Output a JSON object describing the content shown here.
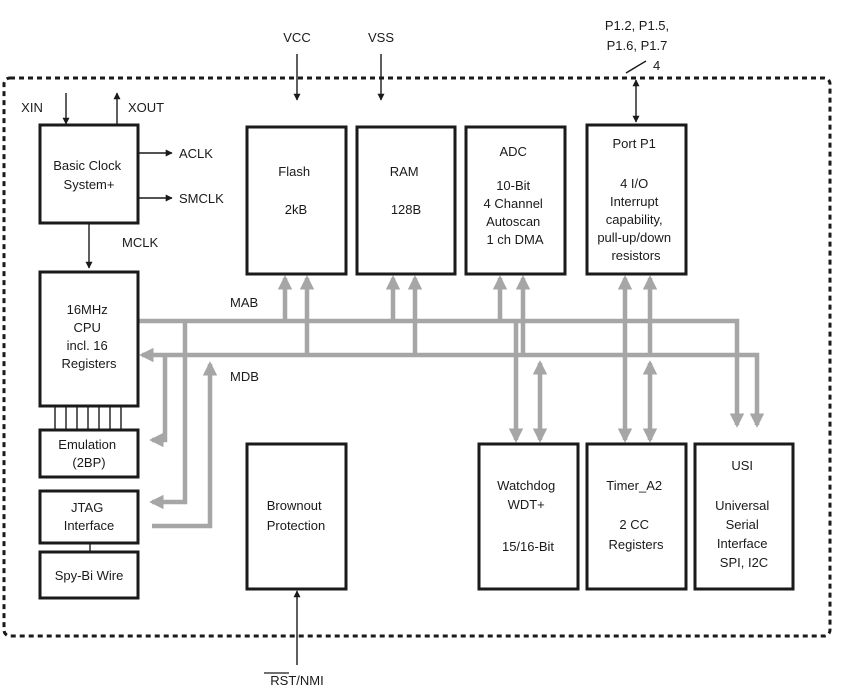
{
  "pins": {
    "vcc": "VCC",
    "vss": "VSS",
    "port_label_1": "P1.2, P1.5,",
    "port_label_2": "P1.6, P1.7",
    "port_width": "4",
    "xin": "XIN",
    "xout": "XOUT",
    "rst_nmi": "RST/NMI"
  },
  "clocks": {
    "aclk": "ACLK",
    "smclk": "SMCLK",
    "mclk": "MCLK"
  },
  "buses": {
    "mab": "MAB",
    "mdb": "MDB"
  },
  "blocks": {
    "basic_clock": [
      "Basic Clock",
      "System+"
    ],
    "flash": [
      "Flash",
      "",
      "2kB"
    ],
    "ram": [
      "RAM",
      "",
      "128B"
    ],
    "adc": [
      "ADC",
      "",
      "10-Bit",
      "4 Channel",
      "Autoscan",
      "1 ch DMA"
    ],
    "port_p1": [
      "Port P1",
      "",
      "4 I/O",
      "Interrupt",
      "capability,",
      "pull-up/down",
      "resistors"
    ],
    "cpu": [
      "16MHz",
      "CPU",
      "incl. 16",
      "Registers"
    ],
    "emulation": [
      "Emulation",
      "(2BP)"
    ],
    "jtag": [
      "JTAG",
      "Interface"
    ],
    "spy_bi_wire": [
      "Spy-Bi Wire"
    ],
    "brownout": [
      "Brownout",
      "Protection"
    ],
    "watchdog": [
      "Watchdog",
      "WDT+",
      "",
      "15/16-Bit"
    ],
    "timer_a2": [
      "Timer_A2",
      "",
      "2 CC",
      "Registers"
    ],
    "usi": [
      "USI",
      "",
      "Universal",
      "Serial",
      "Interface",
      "SPI, I2C"
    ]
  }
}
